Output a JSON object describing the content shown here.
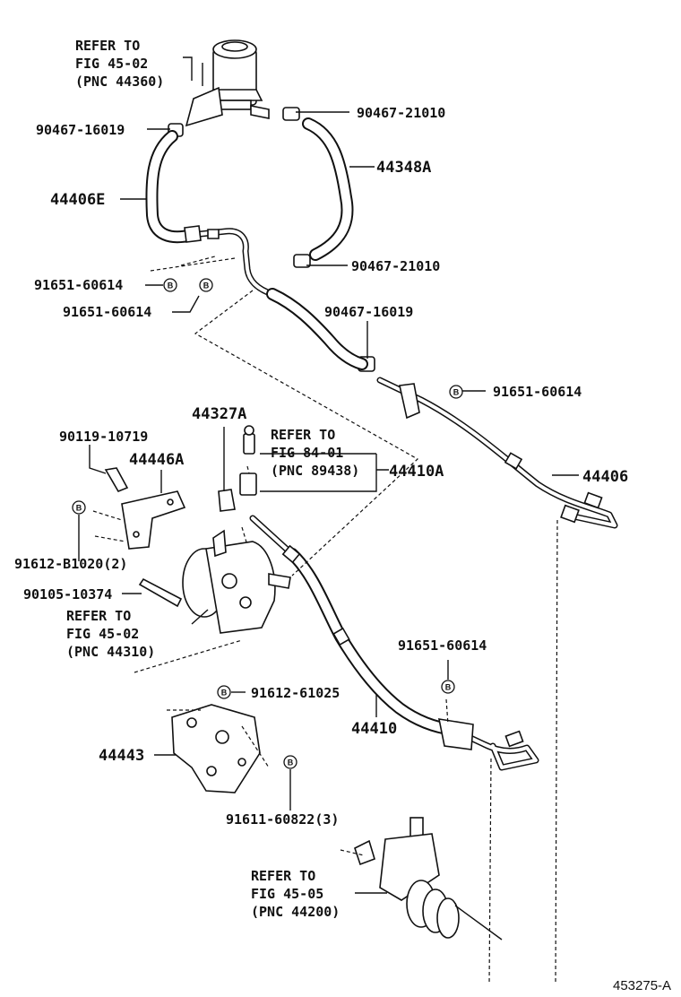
{
  "diagram_id": "453275-A",
  "refs": [
    {
      "line1": "REFER TO",
      "line2": "FIG 45-02",
      "line3": "(PNC 44360)"
    },
    {
      "line1": "REFER TO",
      "line2": "FIG 84-01",
      "line3": "(PNC 89438)"
    },
    {
      "line1": "REFER TO",
      "line2": "FIG 45-02",
      "line3": "(PNC 44310)"
    },
    {
      "line1": "REFER TO",
      "line2": "FIG 45-05",
      "line3": "(PNC 44200)"
    }
  ],
  "parts": {
    "clamp_top_right": "90467-21010",
    "clamp_top_left": "90467-16019",
    "hose_return": "44348A",
    "hose_suction": "44406E",
    "clamp_mid_right": "90467-21010",
    "bolt_a": "91651-60614",
    "bolt_b": "91651-60614",
    "clamp_mid": "90467-16019",
    "bolt_c": "91651-60614",
    "union": "44327A",
    "bolt_top_left": "90119-10719",
    "bracket_upper": "44446A",
    "pipe_assy": "44410A",
    "return_tube": "44406",
    "bolt_bracket": "91612-B1020(2)",
    "bolt_pump": "90105-10374",
    "bolt_d": "91651-60614",
    "bolt_lower": "91612-61025",
    "pressure_hose": "44410",
    "bracket_lower": "44443",
    "bolt_bottom": "91611-60822(3)"
  },
  "badge_letter": "B"
}
